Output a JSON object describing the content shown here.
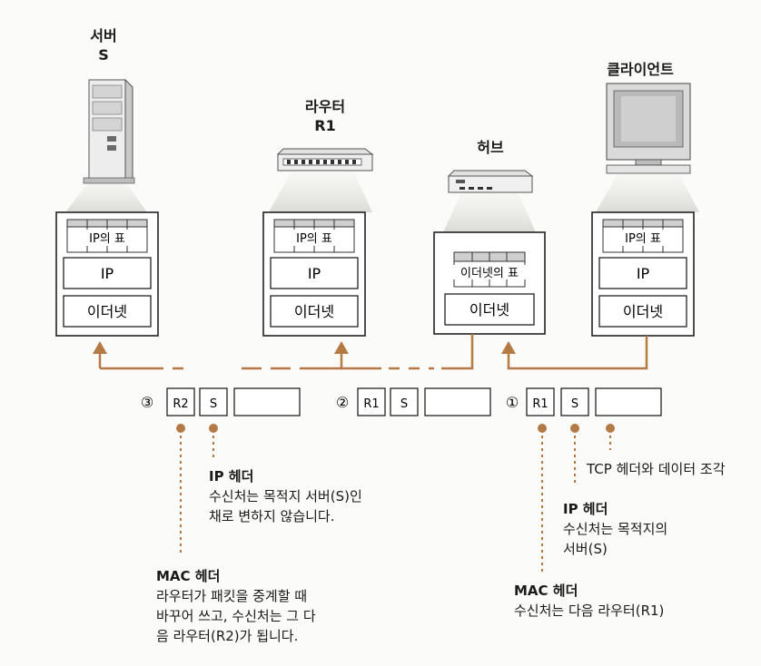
{
  "devices": {
    "server": {
      "name_line1": "서버",
      "name_line2": "S"
    },
    "router": {
      "name_line1": "라우터",
      "name_line2": "R1"
    },
    "hub": {
      "name": "허브"
    },
    "client": {
      "name": "클라이언트"
    }
  },
  "stacks": {
    "ip_table": "IP의 표",
    "ip": "IP",
    "ethernet": "이더넷",
    "ethernet_table": "이더넷의 표"
  },
  "packets": [
    {
      "step": "③",
      "mac": "R2",
      "ip": "S"
    },
    {
      "step": "②",
      "mac": "R1",
      "ip": "S"
    },
    {
      "step": "①",
      "mac": "R1",
      "ip": "S"
    }
  ],
  "annotations": {
    "tcp": "TCP 헤더와 데이터 조각",
    "ip_left": {
      "title": "IP 헤더",
      "line1": "수신처는 목적지 서버(S)인",
      "line2": "채로 변하지 않습니다."
    },
    "ip_right": {
      "title": "IP 헤더",
      "line1": "수신처는 목적지의",
      "line2": "서버(S)"
    },
    "mac_left": {
      "title": "MAC 헤더",
      "line1": "라우터가 패킷을 중계할 때",
      "line2": "바꾸어 쓰고, 수신처는 그 다",
      "line3": "음 라우터(R2)가 됩니다."
    },
    "mac_right": {
      "title": "MAC 헤더",
      "line1": "수신처는 다음 라우터(R1)"
    }
  },
  "colors": {
    "accent": "#b47a46",
    "line": "#222222"
  }
}
